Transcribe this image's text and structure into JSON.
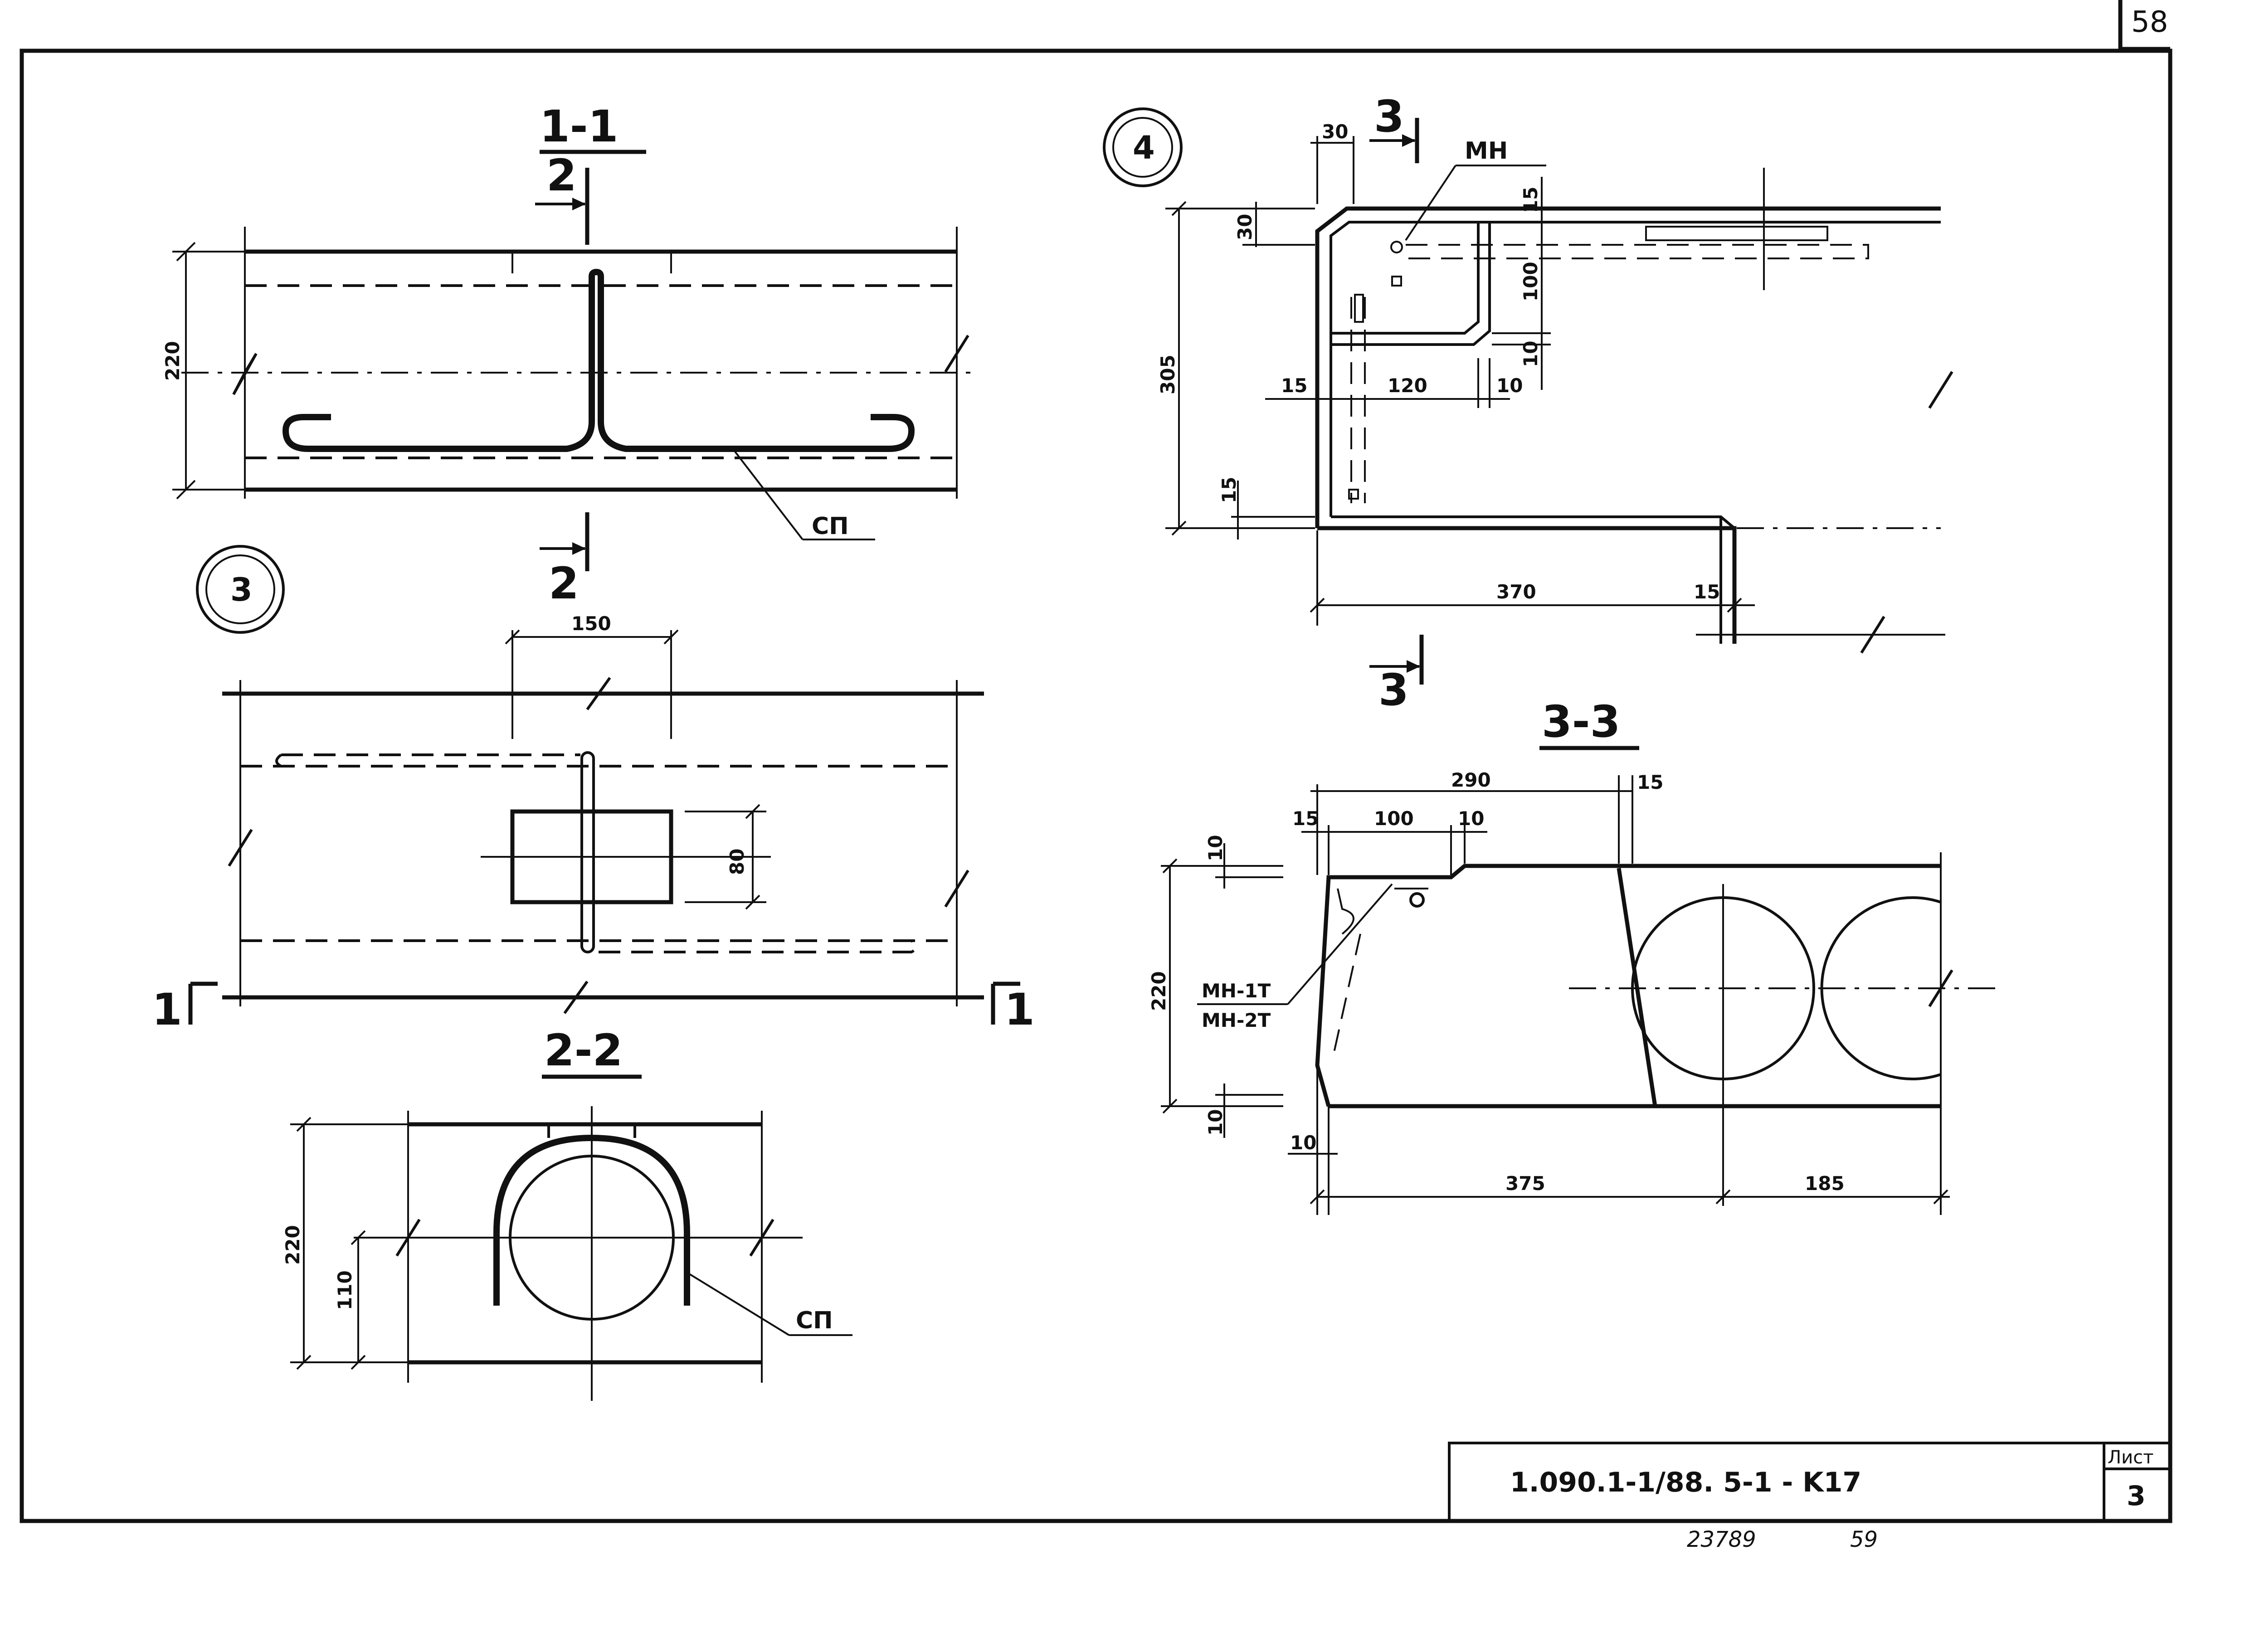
{
  "page_number": "58",
  "title_block": {
    "designation": "1.090.1-1/88. 5-1 - K17",
    "sheet_label": "Лист",
    "sheet_value": "3"
  },
  "footer": {
    "archive_no": "23789",
    "page_no": "59"
  },
  "section_1_1": {
    "title": "1-1",
    "cut_top": "2",
    "cut_bottom": "2",
    "dim_height": "220",
    "bar_label": "СП"
  },
  "detail_3": {
    "marker": "3",
    "dim_width": "150",
    "dim_height": "80",
    "cut_left": "1",
    "cut_right": "1"
  },
  "section_2_2": {
    "title": "2-2",
    "dim_total": "220",
    "dim_half": "110",
    "bar_label": "СП"
  },
  "detail_4": {
    "marker": "4",
    "cut_top": "3",
    "cut_bottom": "3",
    "embed_label": "МН",
    "dims": {
      "d30_top": "30",
      "d30_left": "30",
      "d15_right": "15",
      "d100": "100",
      "d10_right": "10",
      "d305": "305",
      "d15_a": "15",
      "d120": "120",
      "d10_b": "10",
      "d15_bottom": "15",
      "d370": "370",
      "d15_c": "15"
    }
  },
  "section_3_3": {
    "title": "3-3",
    "embed_label_1": "МН-1Т",
    "embed_label_2": "МН-2Т",
    "dims": {
      "d290": "290",
      "d15_top": "15",
      "d15_left": "15",
      "d100": "100",
      "d10_a": "10",
      "d10_left_top": "10",
      "d220": "220",
      "d10_left_bottom": "10",
      "d10_bottom": "10",
      "d375": "375",
      "d185": "185"
    }
  }
}
